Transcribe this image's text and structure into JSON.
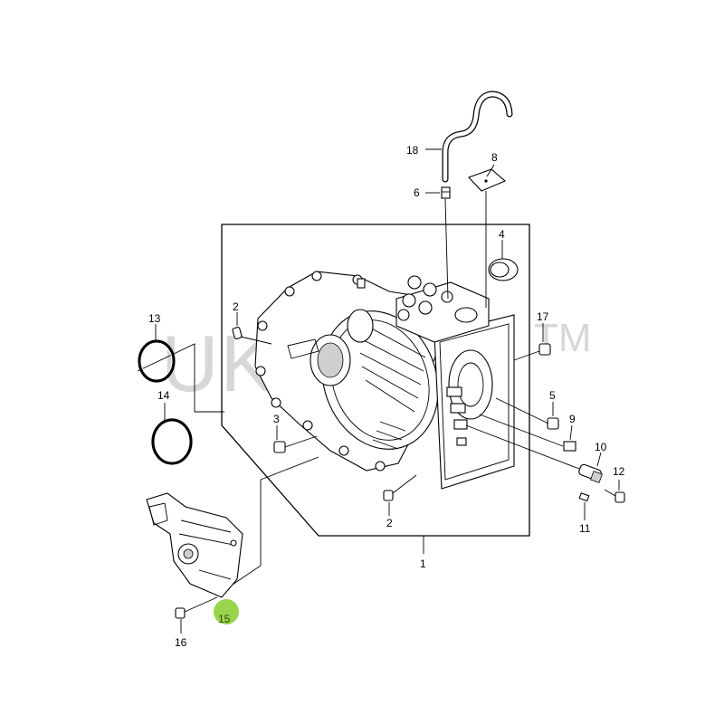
{
  "watermark": {
    "text": "UKCJ",
    "suffix": "TM"
  },
  "highlight_color": "#8ecf3a",
  "callouts": {
    "c1": "1",
    "c2a": "2",
    "c2b": "2",
    "c3": "3",
    "c4": "4",
    "c5": "5",
    "c6": "6",
    "c8": "8",
    "c9": "9",
    "c10": "10",
    "c11": "11",
    "c12": "12",
    "c13": "13",
    "c14": "14",
    "c15": "15",
    "c16": "16",
    "c17": "17",
    "c18": "18"
  }
}
